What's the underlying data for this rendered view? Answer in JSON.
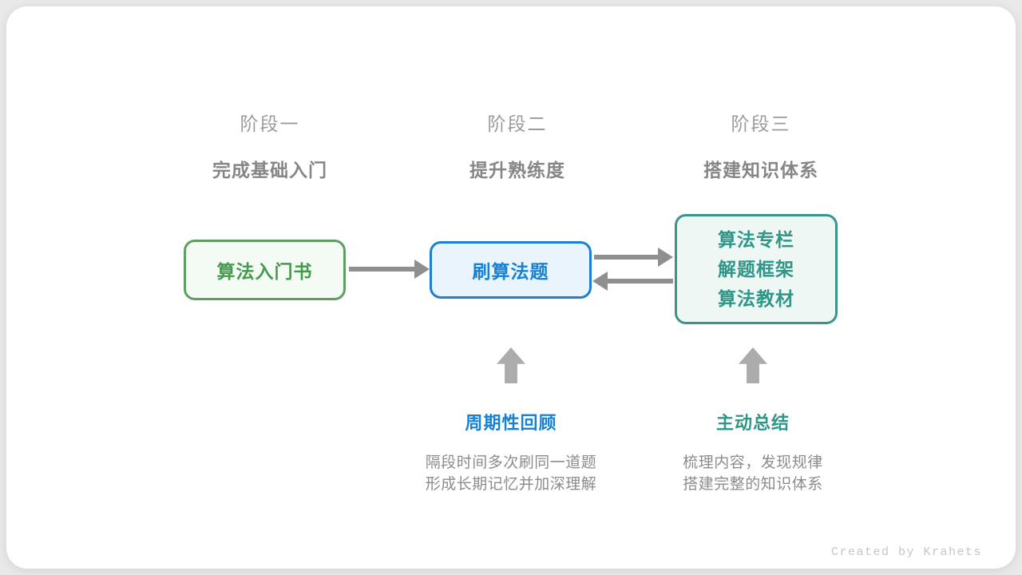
{
  "diagram": {
    "stages": [
      {
        "title": "阶段一",
        "subtitle": "完成基础入门"
      },
      {
        "title": "阶段二",
        "subtitle": "提升熟练度"
      },
      {
        "title": "阶段三",
        "subtitle": "搭建知识体系"
      }
    ],
    "nodes": [
      {
        "label": "算法入门书",
        "color_theme": "green"
      },
      {
        "label": "刷算法题",
        "color_theme": "blue"
      },
      {
        "lines": [
          "算法专栏",
          "解题框架",
          "算法教材"
        ],
        "color_theme": "teal"
      }
    ],
    "edges": [
      {
        "from": "算法入门书",
        "to": "刷算法题",
        "direction": "right"
      },
      {
        "from": "刷算法题",
        "to": "算法专栏/解题框架/算法教材",
        "direction": "right"
      },
      {
        "from": "算法专栏/解题框架/算法教材",
        "to": "刷算法题",
        "direction": "left"
      }
    ],
    "annotations": [
      {
        "title": "周期性回顾",
        "color_theme": "blue",
        "desc": [
          "隔段时间多次刷同一道题",
          "形成长期记忆并加深理解"
        ]
      },
      {
        "title": "主动总结",
        "color_theme": "teal",
        "desc": [
          "梳理内容，发现规律",
          "搭建完整的知识体系"
        ]
      }
    ],
    "credit": "Created by Krahets"
  },
  "colors": {
    "green_border": "#5f9e63",
    "green_text": "#459a4d",
    "green_bg": "#f4faf4",
    "blue_border": "#1e7fd2",
    "blue_text": "#1781d2",
    "blue_bg": "#eaf4fc",
    "teal_border": "#3a948a",
    "teal_text": "#2f9688",
    "teal_bg": "#eef7f3",
    "arrow": "#8f8f8f",
    "block_arrow": "#acacac"
  }
}
